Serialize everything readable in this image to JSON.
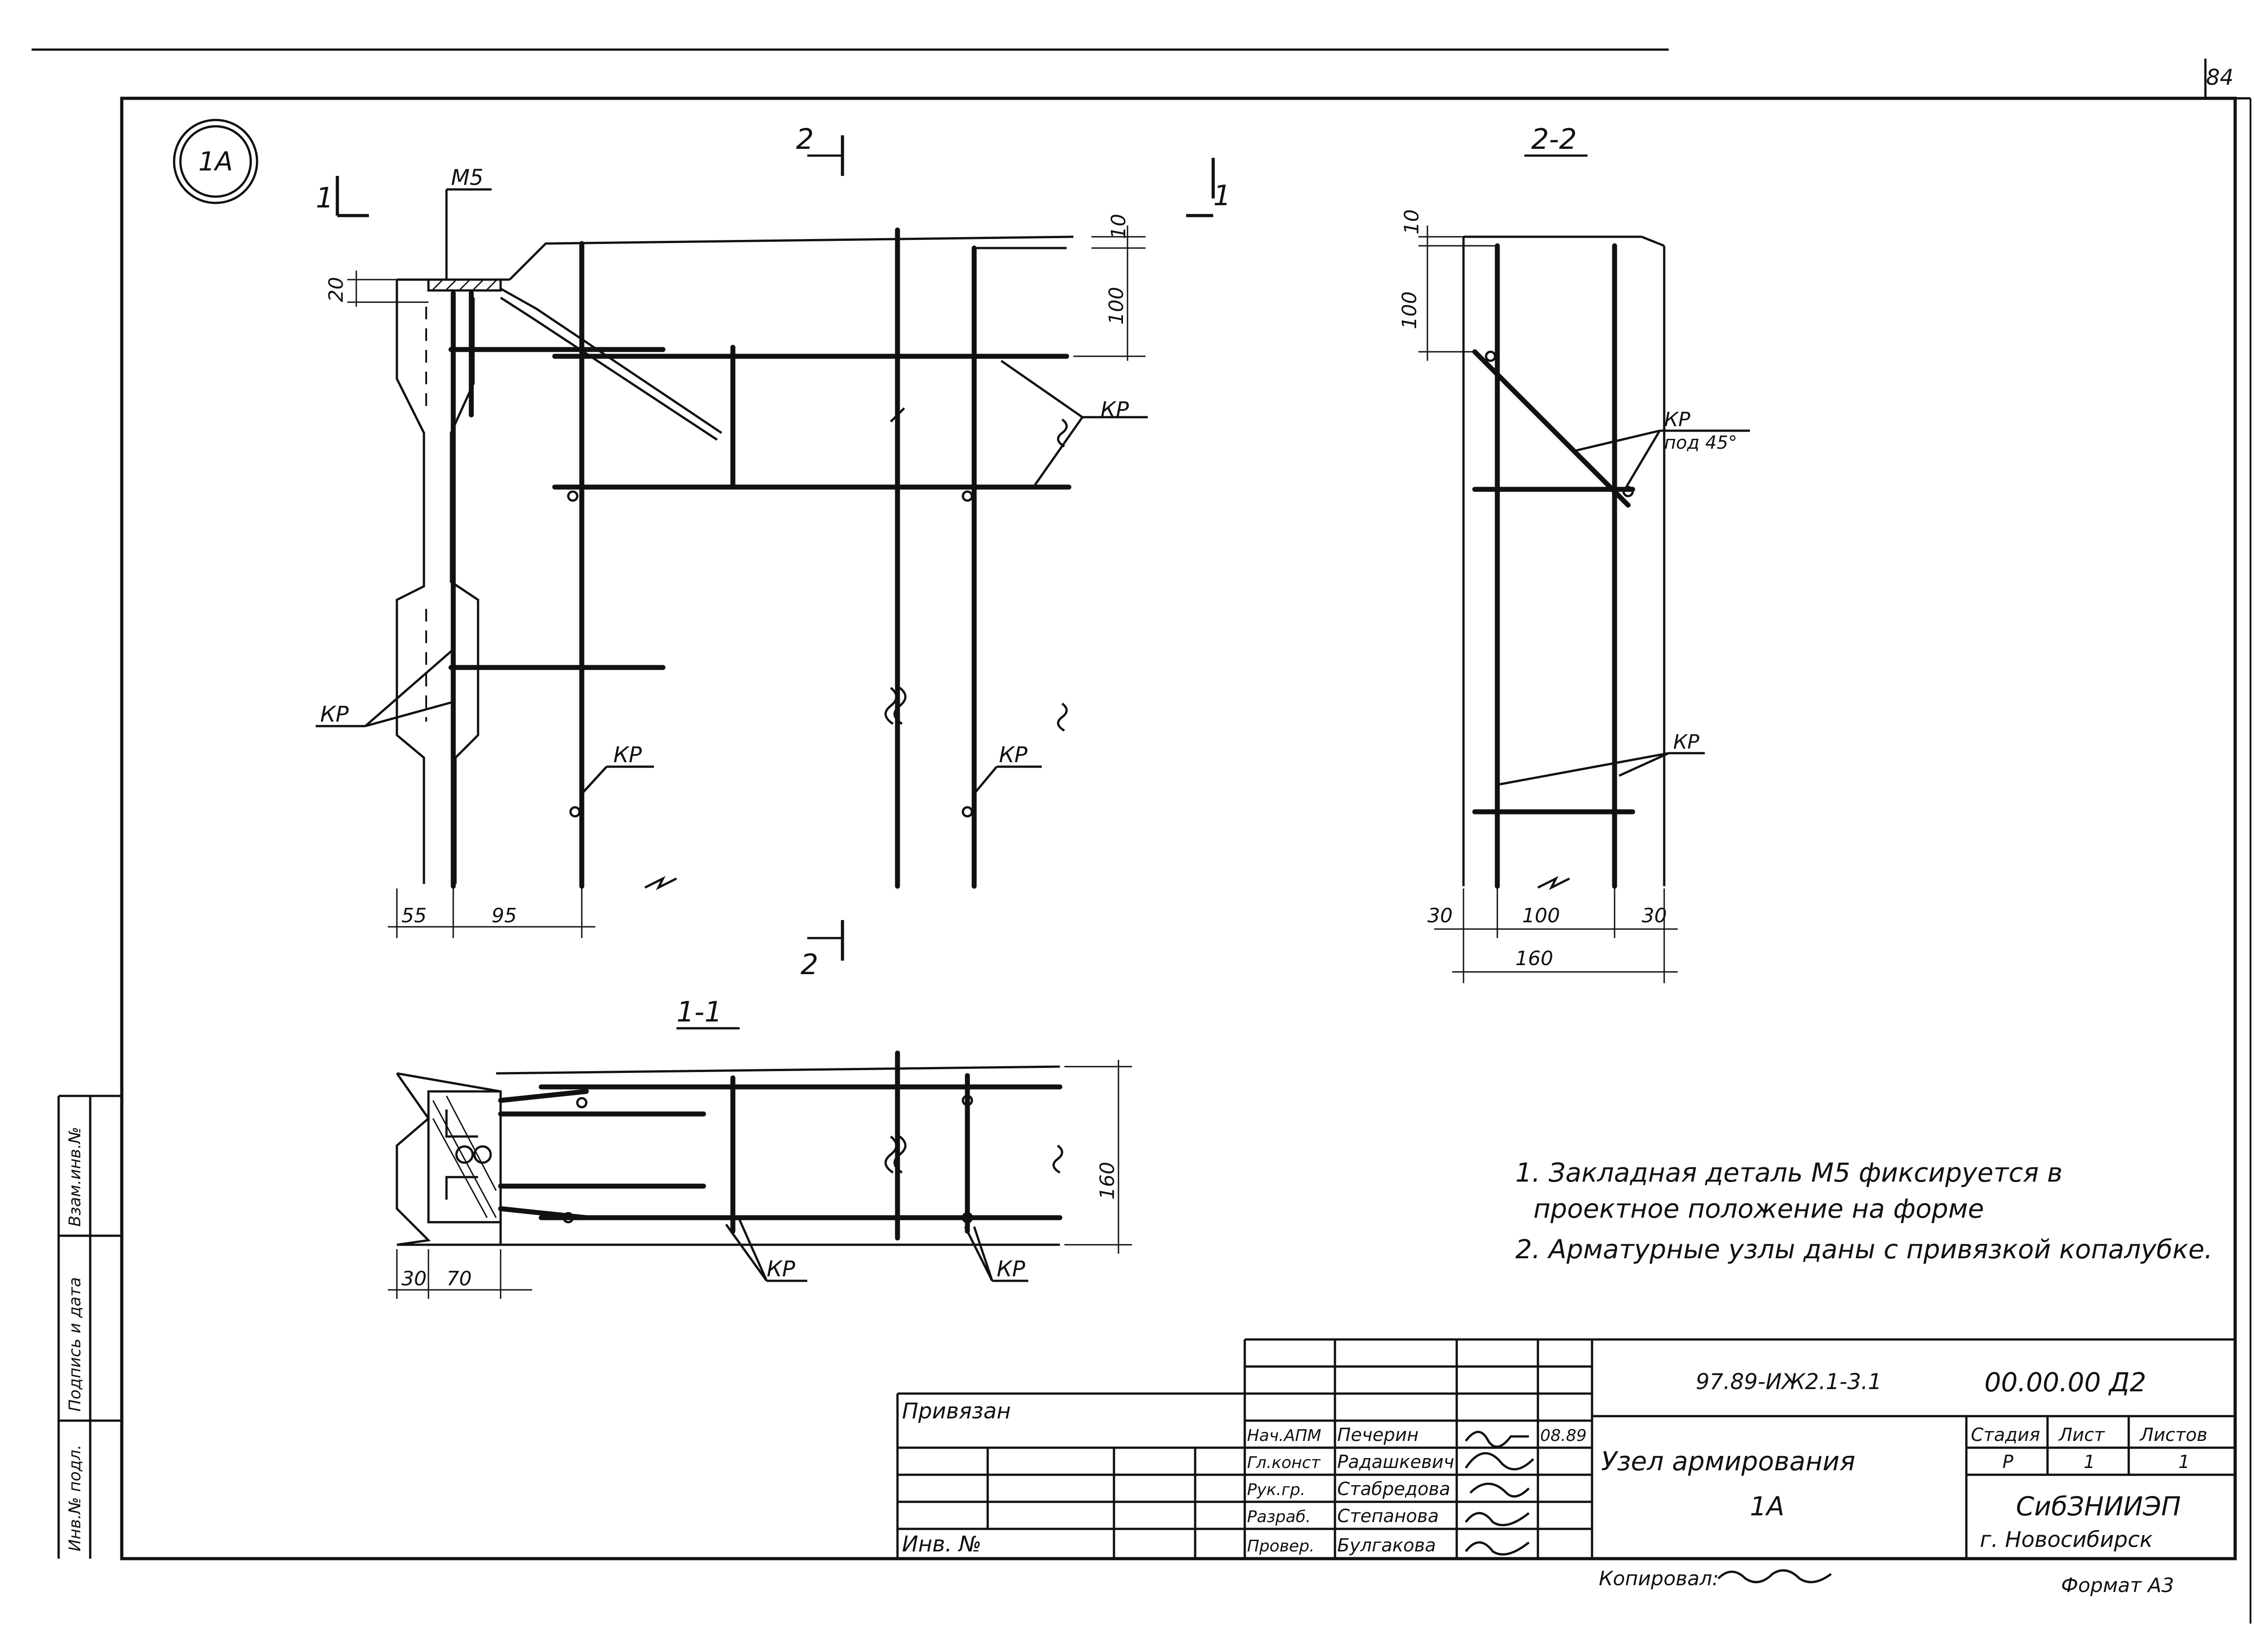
{
  "sheet": {
    "page_number": "84",
    "node_badge": "1А"
  },
  "labels": {
    "m5": "М5",
    "kr": "КР",
    "kr_45": "под 45°",
    "section_1_mark": "1",
    "section_2_mark": "2",
    "section_1_1": "1-1",
    "section_2_2": "2-2"
  },
  "dimensions": {
    "main_top_10": "10",
    "main_100": "100",
    "main_20": "20",
    "main_55": "55",
    "main_95": "95",
    "s22_10": "10",
    "s22_100": "100",
    "s22_30_left": "30",
    "s22_100_bottom": "100",
    "s22_30_right": "30",
    "s22_160": "160",
    "s11_160": "160",
    "s11_30": "30",
    "s11_70": "70"
  },
  "notes": [
    "1. Закладная  деталь  М5 фиксируется в",
    "проектное положение  на форме",
    "2. Арматурные  узлы даны с привязкой копалубке."
  ],
  "stamp": {
    "privyazan": "Привязан",
    "inv_no": "Инв. №",
    "designation": "97.89-ИЖ2.1-3.1",
    "code": "00.00.00 Д2",
    "title": "Узел армирования",
    "subtitle": "1А",
    "stage_header": "Стадия",
    "sheet_header": "Лист",
    "sheets_header": "Листов",
    "stage_value": "Р",
    "sheet_value": "1",
    "sheets_value": "1",
    "org": "СибЗНИИЭП",
    "city": "г. Новосибирск",
    "date": "08.89",
    "people": [
      {
        "role": "Нач.АПМ",
        "name": "Печерин"
      },
      {
        "role": "Гл.конст",
        "name": "Радашкевич"
      },
      {
        "role": "Рук.гр.",
        "name": "Стабредова"
      },
      {
        "role": "Разраб.",
        "name": "Степанова"
      },
      {
        "role": "Провер.",
        "name": "Булгакова"
      }
    ],
    "copied_label": "Копировал:",
    "format": "Формат А3"
  },
  "side_strip": [
    "Инв.№ подл.",
    "Подпись и дата",
    "Взам.инв.№"
  ],
  "colors": {
    "ink": "#111111",
    "paper": "#ffffff"
  }
}
